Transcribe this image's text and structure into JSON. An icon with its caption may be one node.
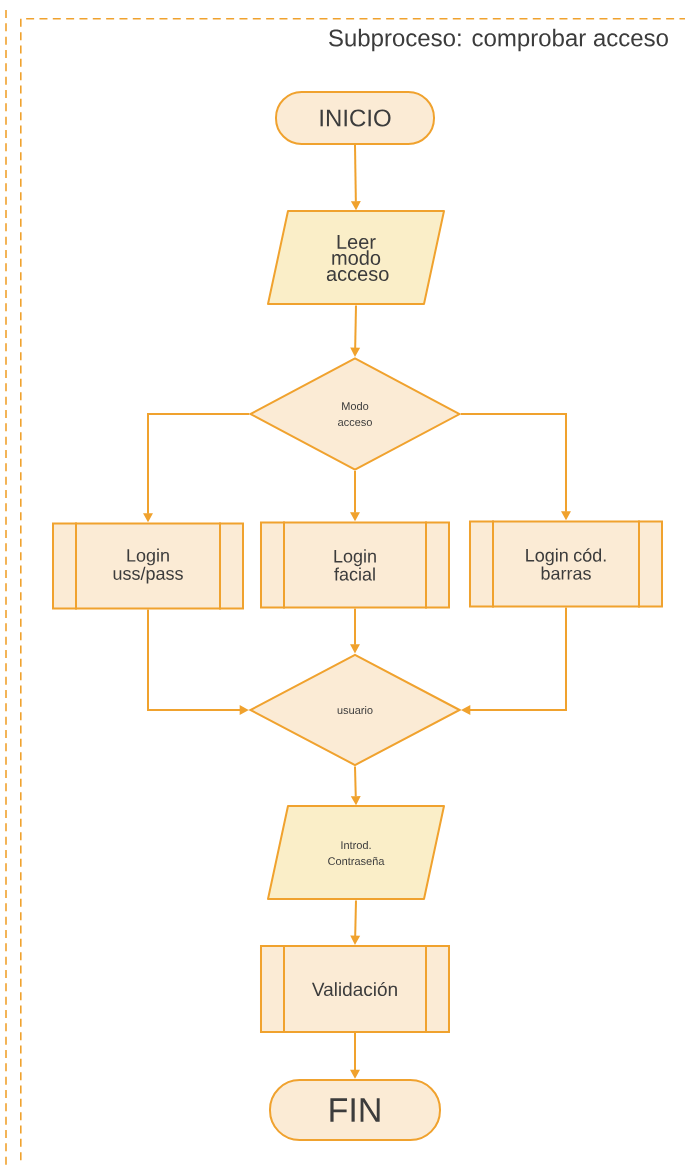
{
  "diagram": {
    "nodes": [
      {
        "text": [
          "Subproceso: comprobar acceso"
        ]
      },
      {
        "text": [
          "INICIO"
        ],
        "in": 0
      },
      {
        "text": [
          "Leer modo acceso"
        ],
        "in": 0
      },
      {
        "text": [
          "Modo acceso"
        ],
        "in": 0
      },
      {
        "text": [
          "Login uss/pass"
        ],
        "in": 0
      },
      {
        "text": [
          "Login facial"
        ],
        "in": 0
      },
      {
        "text": [
          "Login cód. barras"
        ],
        "in": 0
      },
      {
        "text": [
          "usuario"
        ],
        "in": 0
      },
      {
        "text": [
          "Introd. Contraseña"
        ],
        "in": 0
      },
      {
        "text": [
          "Validación"
        ],
        "in": 0
      },
      {
        "text": [
          "FIN"
        ],
        "in": 0
      }
    ],
    "edges": [
      {
        "from": 1,
        "to": 2,
        "arrow": "to"
      },
      {
        "from": 2,
        "to": 3,
        "arrow": "to"
      },
      {
        "from": 3,
        "to": 4,
        "arrow": "to"
      },
      {
        "from": 3,
        "to": 5,
        "arrow": "to"
      },
      {
        "from": 3,
        "to": 6,
        "arrow": "to"
      },
      {
        "from": 4,
        "to": 7,
        "arrow": "to"
      },
      {
        "from": 5,
        "to": 7,
        "arrow": "to"
      },
      {
        "from": 6,
        "to": 7,
        "arrow": "to"
      },
      {
        "from": 7,
        "to": 8,
        "arrow": "to"
      },
      {
        "from": 8,
        "to": 9,
        "arrow": "to"
      },
      {
        "from": 9,
        "to": 10,
        "arrow": "to"
      }
    ]
  }
}
